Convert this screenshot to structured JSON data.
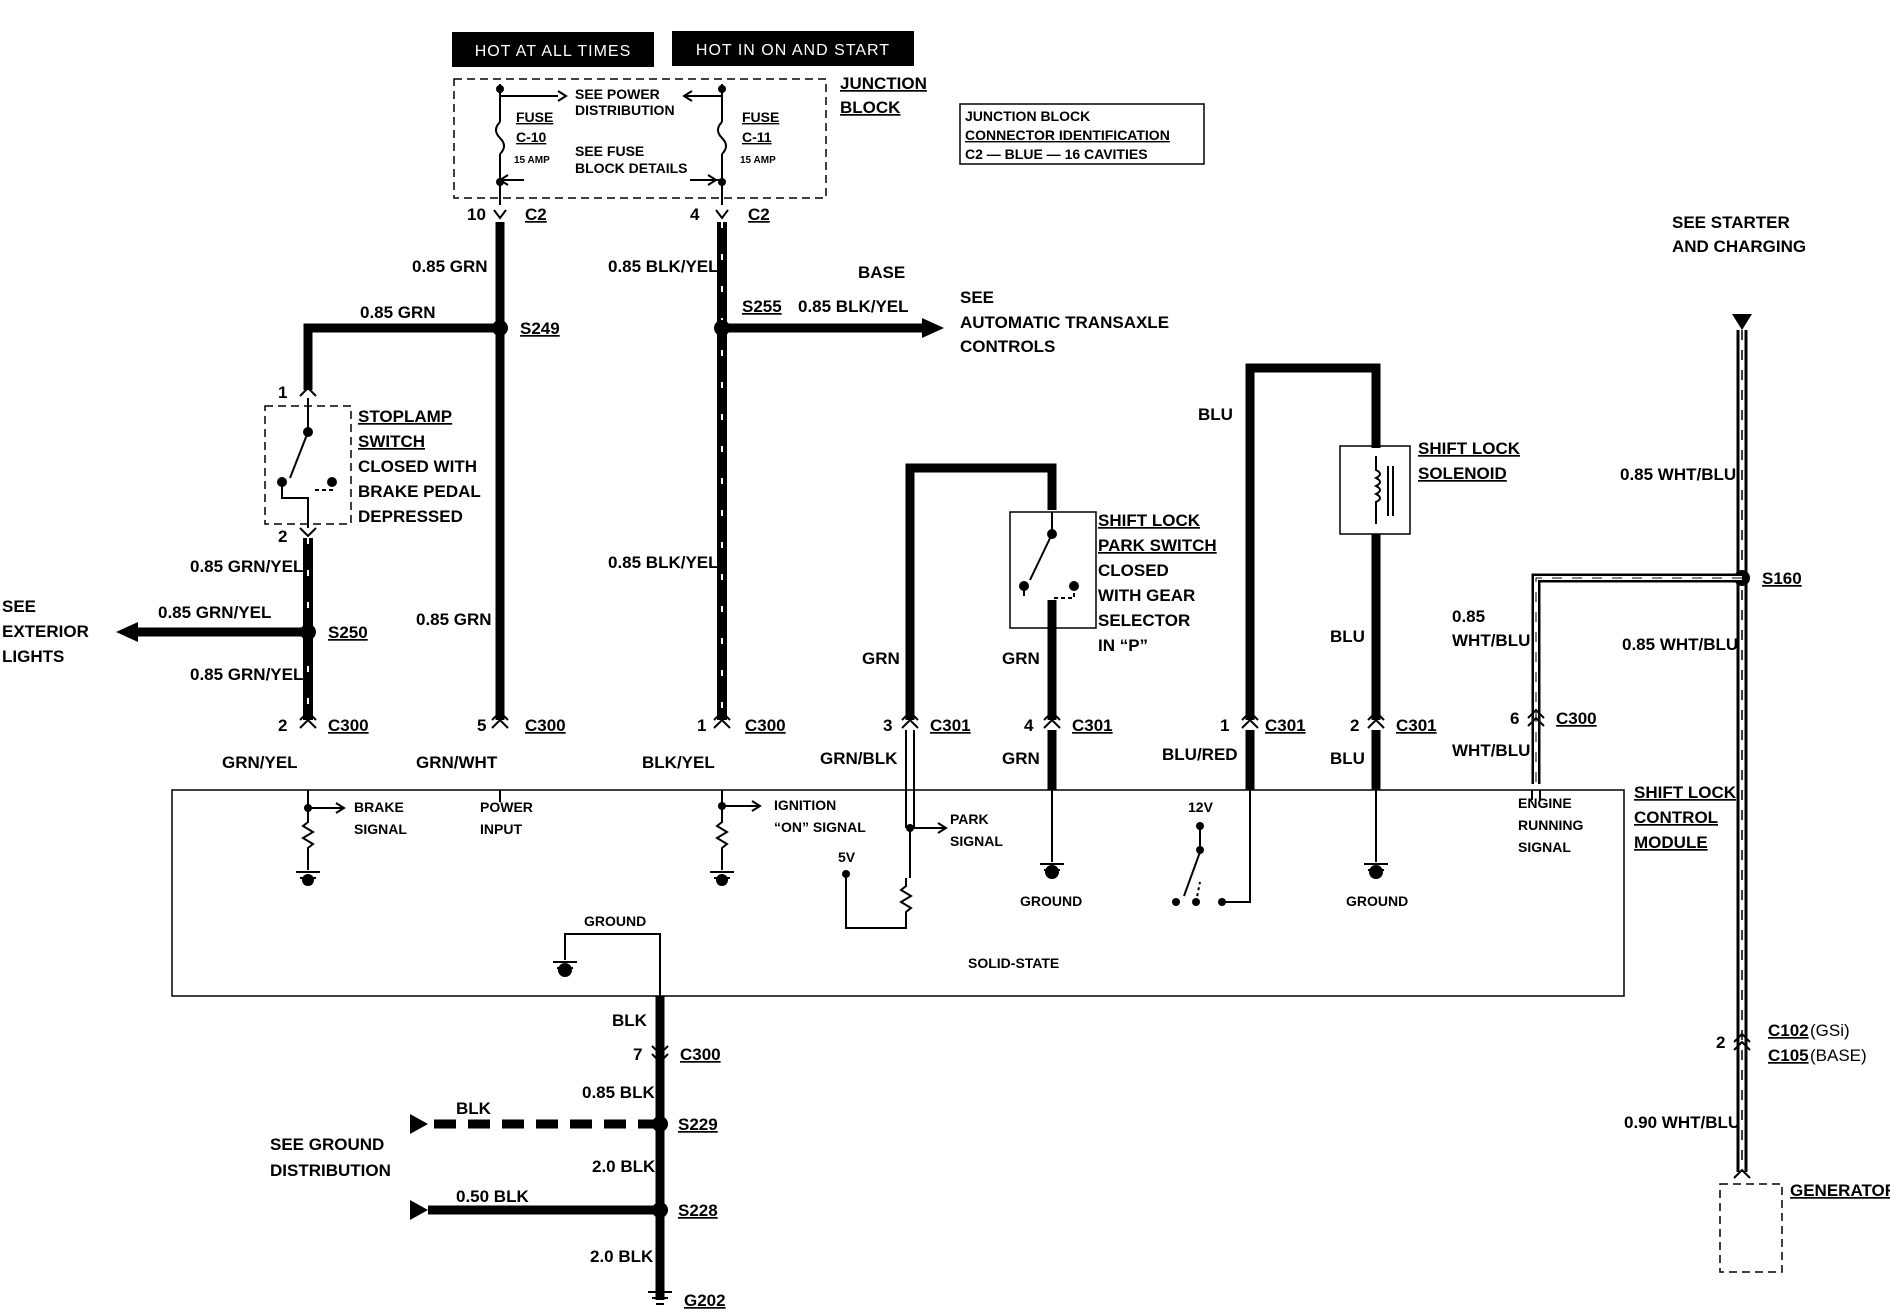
{
  "diagram": {
    "headers": {
      "hot_at_all_times": "HOT AT ALL TIMES",
      "hot_in_on_and_start": "HOT IN ON AND START"
    },
    "junction_block": {
      "label_line1": "JUNCTION",
      "label_line2": "BLOCK",
      "see_power_line1": "SEE POWER",
      "see_power_line2": "DISTRIBUTION",
      "see_fuse_line1": "SEE FUSE",
      "see_fuse_line2": "BLOCK DETAILS",
      "fuse_c10": {
        "line1": "FUSE",
        "line2": "C-10",
        "rating": "15 AMP"
      },
      "fuse_c11": {
        "line1": "FUSE",
        "line2": "C-11",
        "rating": "15 AMP"
      }
    },
    "connector_id": {
      "line1": "JUNCTION BLOCK",
      "line2": "CONNECTOR IDENTIFICATION",
      "line3": "C2 — BLUE — 16 CAVITIES"
    },
    "pins": {
      "p10": "10",
      "p4": "4",
      "p1": "1",
      "p2": "2",
      "p5": "5",
      "p3": "3",
      "p6": "6",
      "p7": "7"
    },
    "connectors": {
      "c2": "C2",
      "c300": "C300",
      "c301": "C301",
      "c102": "C102",
      "c102_note": "(GSi)",
      "c105": "C105",
      "c105_note": "(BASE)"
    },
    "splices": {
      "s249": "S249",
      "s255": "S255",
      "s250": "S250",
      "s160": "S160",
      "s229": "S229",
      "s228": "S228",
      "g202": "G202"
    },
    "wires": {
      "grn_085": "0.85 GRN",
      "blk_yel_085": "0.85 BLK/YEL",
      "grn_yel_085": "0.85 GRN/YEL",
      "wht_blu_085": "0.85 WHT/BLU",
      "wht_blu_085_a": "0.85",
      "wht_blu_085_b": "WHT/BLU",
      "wht_blu_090": "0.90 WHT/BLU",
      "blk_085": "0.85 BLK",
      "blk_050": "0.50 BLK",
      "blk_20": "2.0 BLK",
      "blk": "BLK",
      "blu": "BLU",
      "grn": "GRN",
      "grn_yel": "GRN/YEL",
      "grn_wht": "GRN/WHT",
      "blk_yel": "BLK/YEL",
      "grn_blk": "GRN/BLK",
      "blu_red": "BLU/RED",
      "wht_blu": "WHT/BLU",
      "base": "BASE"
    },
    "references": {
      "see_atc_1": "SEE",
      "see_atc_2": "AUTOMATIC TRANSAXLE",
      "see_atc_3": "CONTROLS",
      "see_ext_1": "SEE",
      "see_ext_2": "EXTERIOR",
      "see_ext_3": "LIGHTS",
      "see_starter_1": "SEE STARTER",
      "see_starter_2": "AND CHARGING",
      "see_ground_1": "SEE GROUND",
      "see_ground_2": "DISTRIBUTION"
    },
    "components": {
      "stoplamp": [
        "STOPLAMP",
        "SWITCH",
        "CLOSED WITH",
        "BRAKE PEDAL",
        "DEPRESSED"
      ],
      "park_switch": [
        "SHIFT LOCK",
        "PARK SWITCH",
        "CLOSED",
        "WITH GEAR",
        "SELECTOR",
        "IN “P”"
      ],
      "solenoid": [
        "SHIFT LOCK",
        "SOLENOID"
      ],
      "module": [
        "SHIFT LOCK",
        "CONTROL",
        "MODULE"
      ],
      "generator": "GENERATOR"
    },
    "module_internals": {
      "brake_1": "BRAKE",
      "brake_2": "SIGNAL",
      "power_1": "POWER",
      "power_2": "INPUT",
      "ign_1": "IGNITION",
      "ign_2": "“ON” SIGNAL",
      "park_1": "PARK",
      "park_2": "SIGNAL",
      "v5": "5V",
      "v12": "12V",
      "ground": "GROUND",
      "solid_state": "SOLID-STATE",
      "eng_1": "ENGINE",
      "eng_2": "RUNNING",
      "eng_3": "SIGNAL"
    }
  }
}
